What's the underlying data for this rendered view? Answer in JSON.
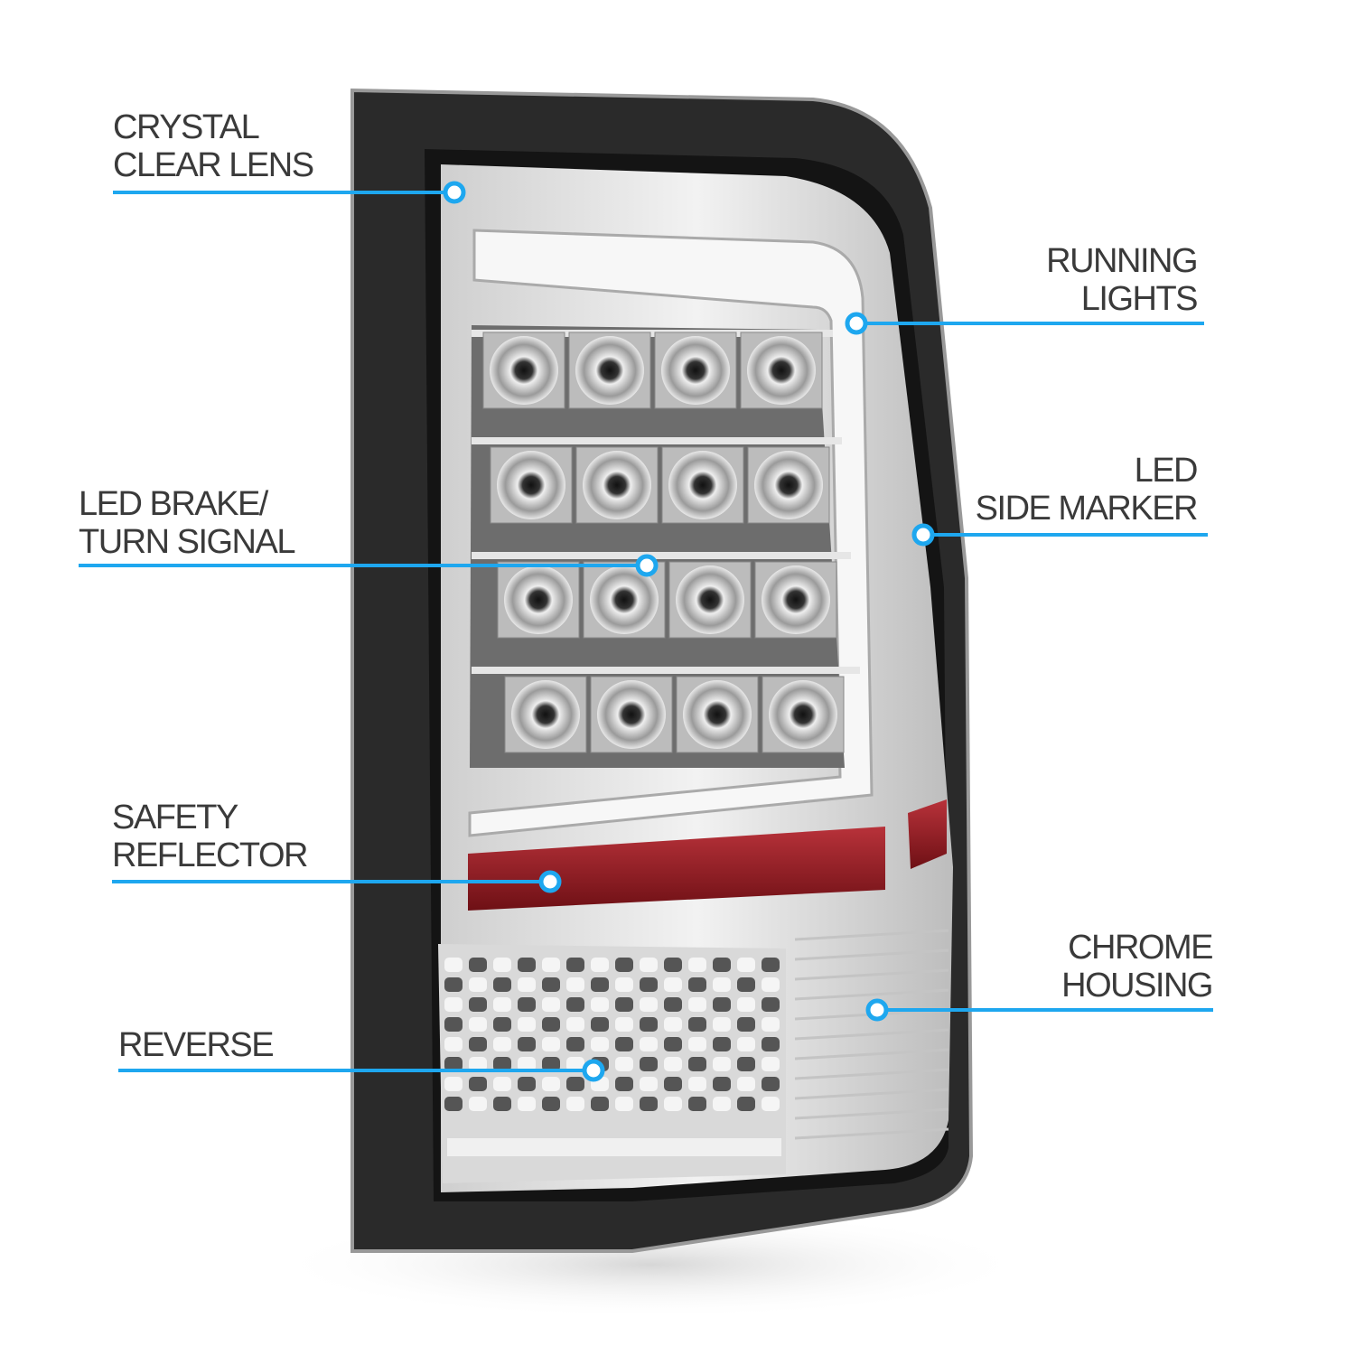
{
  "accent_color": "#1ea7ef",
  "callouts": [
    {
      "id": "crystal-clear-lens",
      "lines": [
        "CRYSTAL",
        "CLEAR LENS"
      ]
    },
    {
      "id": "running-lights",
      "lines": [
        "RUNNING",
        "LIGHTS"
      ]
    },
    {
      "id": "led-side-marker",
      "lines": [
        "LED",
        "SIDE MARKER"
      ]
    },
    {
      "id": "led-brake-turn-signal",
      "lines": [
        "LED BRAKE/",
        "TURN SIGNAL"
      ]
    },
    {
      "id": "safety-reflector",
      "lines": [
        "SAFETY",
        "REFLECTOR"
      ]
    },
    {
      "id": "chrome-housing",
      "lines": [
        "CHROME",
        "HOUSING"
      ]
    },
    {
      "id": "reverse",
      "lines": [
        "REVERSE"
      ]
    }
  ]
}
